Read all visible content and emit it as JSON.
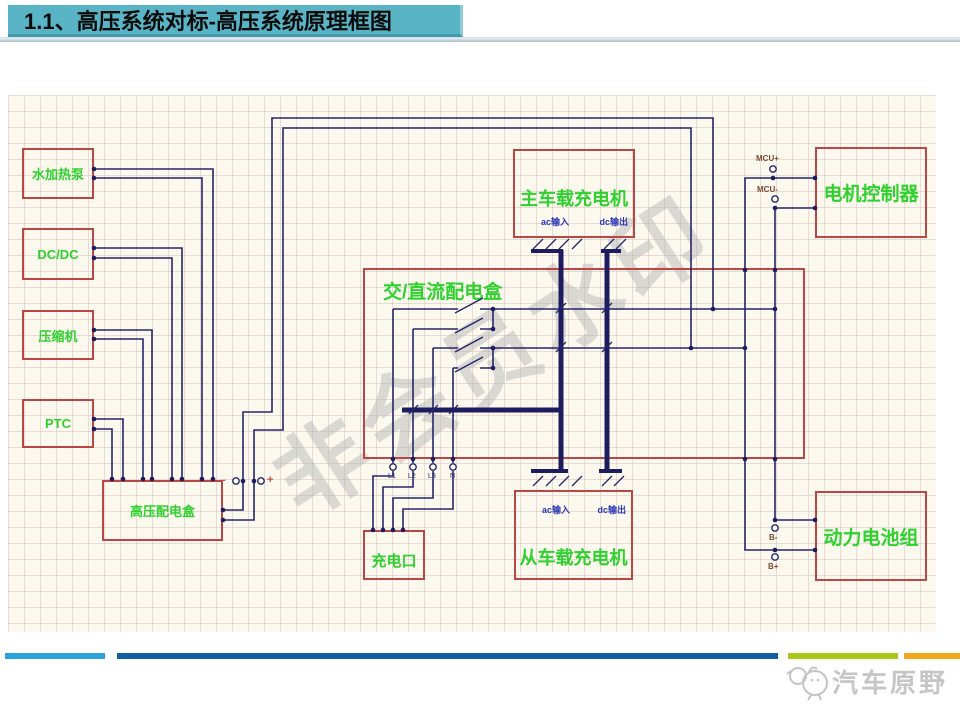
{
  "title": {
    "text": "1.1、高压系统对标-高压系统原理框图"
  },
  "diagram": {
    "watermark": "非会员水印",
    "boxes": {
      "water_pump": "水加热泵",
      "dcdc": "DC/DC",
      "compressor": "压缩机",
      "ptc": "PTC",
      "hv_dist_box": "高压配电盒",
      "main_charger": "主车载充电机",
      "acdc_dist_box": "交/直流配电盒",
      "charge_port": "充电口",
      "slave_charger": "从车载充电机",
      "motor_controller": "电机控制器",
      "battery_pack": "动力电池组"
    },
    "port_labels": {
      "ac_in": "ac输入",
      "dc_out": "dc输出",
      "mcu_plus": "MCU+",
      "mcu_minus": "MCU-",
      "b_minus": "B-",
      "b_plus": "B+",
      "l1": "L1",
      "l2": "L2",
      "l3": "L3",
      "n": "N",
      "minus": "-",
      "plus": "+"
    }
  },
  "footer": {
    "logo_text": "汽车原野"
  },
  "colors": {
    "title_bar": "#59b4c5",
    "box_border": "#b94743",
    "box_text": "#2ed12e",
    "wire": "#26266b",
    "bus": "#1c1c5e",
    "port_label_blue": "#2a35b5",
    "footer_bar_lightblue": "#29a3d9",
    "footer_bar_darkblue": "#135ea9",
    "footer_bar_green": "#a8c813",
    "footer_bar_orange": "#f0a818"
  }
}
